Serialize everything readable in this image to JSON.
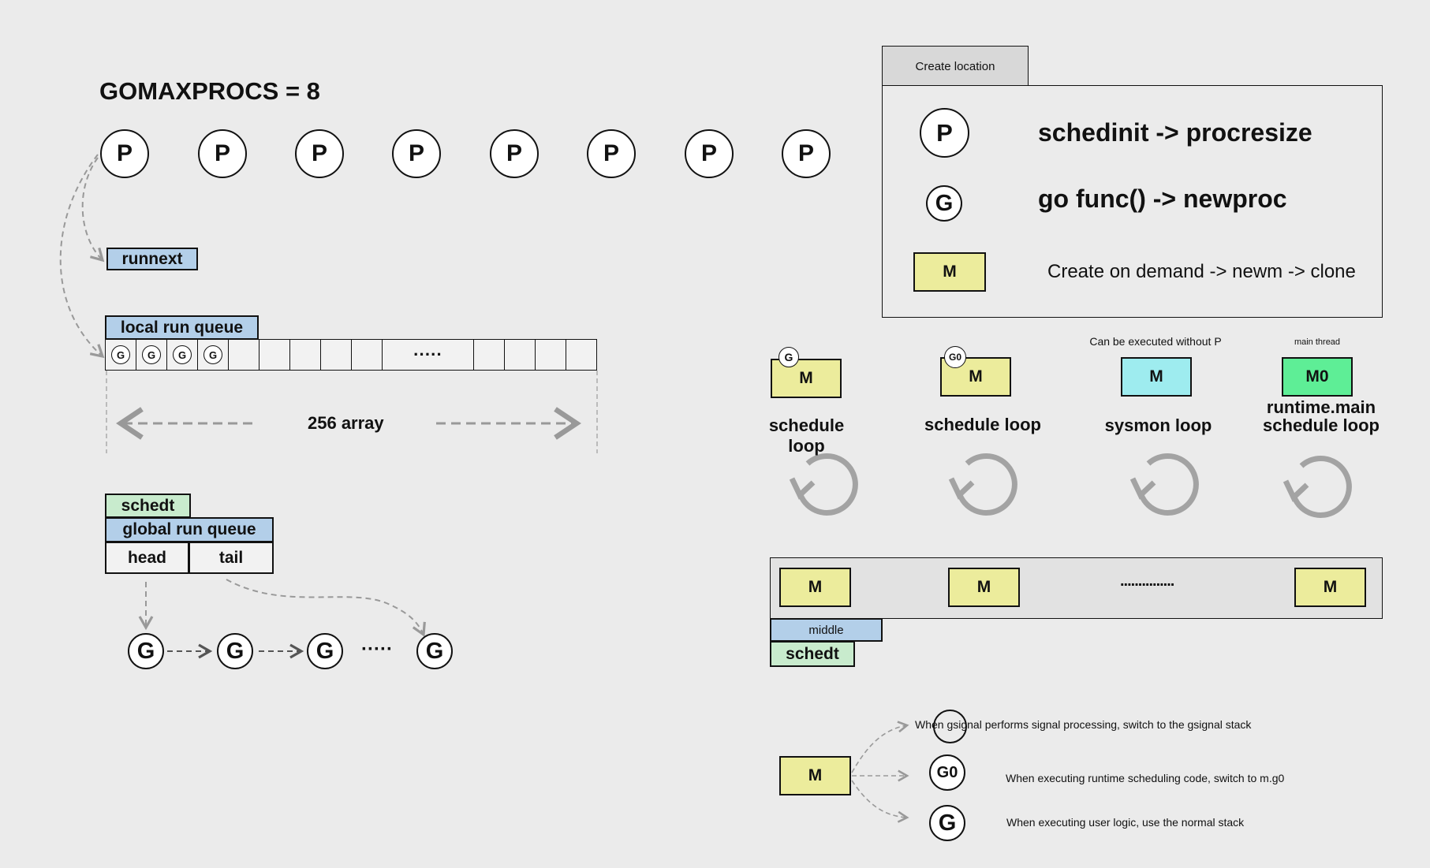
{
  "header": {
    "gomaxprocs": "GOMAXPROCS = 8"
  },
  "processors": [
    "P",
    "P",
    "P",
    "P",
    "P",
    "P",
    "P",
    "P"
  ],
  "runnext": {
    "label": "runnext"
  },
  "local_queue": {
    "label": "local run queue",
    "slots": [
      "G",
      "G",
      "G",
      "G"
    ],
    "ellipsis": "·····",
    "array_label": "256 array"
  },
  "global_queue": {
    "schedt_label": "schedt",
    "label": "global run queue",
    "head": "head",
    "tail": "tail",
    "chain": [
      "G",
      "G",
      "G",
      "G"
    ],
    "ellipsis": "·····"
  },
  "legend": {
    "tab": "Create location",
    "rows": [
      {
        "symbol": "P",
        "text": "schedinit -> procresize"
      },
      {
        "symbol": "G",
        "text": "go func() -> newproc"
      },
      {
        "symbol": "M",
        "text": "Create on demand -> newm -> clone"
      }
    ]
  },
  "loops": [
    {
      "box": "M",
      "badge": "G",
      "label": "schedule loop",
      "note": ""
    },
    {
      "box": "M",
      "badge": "G0",
      "label": "schedule loop",
      "note": ""
    },
    {
      "box": "M",
      "badge": "",
      "label": "sysmon loop",
      "note": "Can be executed without P"
    },
    {
      "box": "M0",
      "badge": "",
      "label": "runtime.main\nschedule loop",
      "note": "main thread"
    }
  ],
  "m_list": {
    "items": [
      "M",
      "M",
      "M"
    ],
    "ellipsis": "...............",
    "middle_label": "middle",
    "schedt_label": "schedt"
  },
  "stacks": {
    "m": "M",
    "rows": [
      {
        "symbol": "",
        "text": "When gsignal performs signal processing, switch to the gsignal stack"
      },
      {
        "symbol": "G0",
        "text": "When executing runtime scheduling code, switch to m.g0"
      },
      {
        "symbol": "G",
        "text": "When executing user logic, use the normal stack"
      }
    ]
  },
  "colors": {
    "yellow": "#ecec9c",
    "blue": "#b3cfe9",
    "green": "#c8ebcd",
    "cyan": "#9eecef",
    "mint": "#5eee96",
    "arrow": "#999999"
  }
}
